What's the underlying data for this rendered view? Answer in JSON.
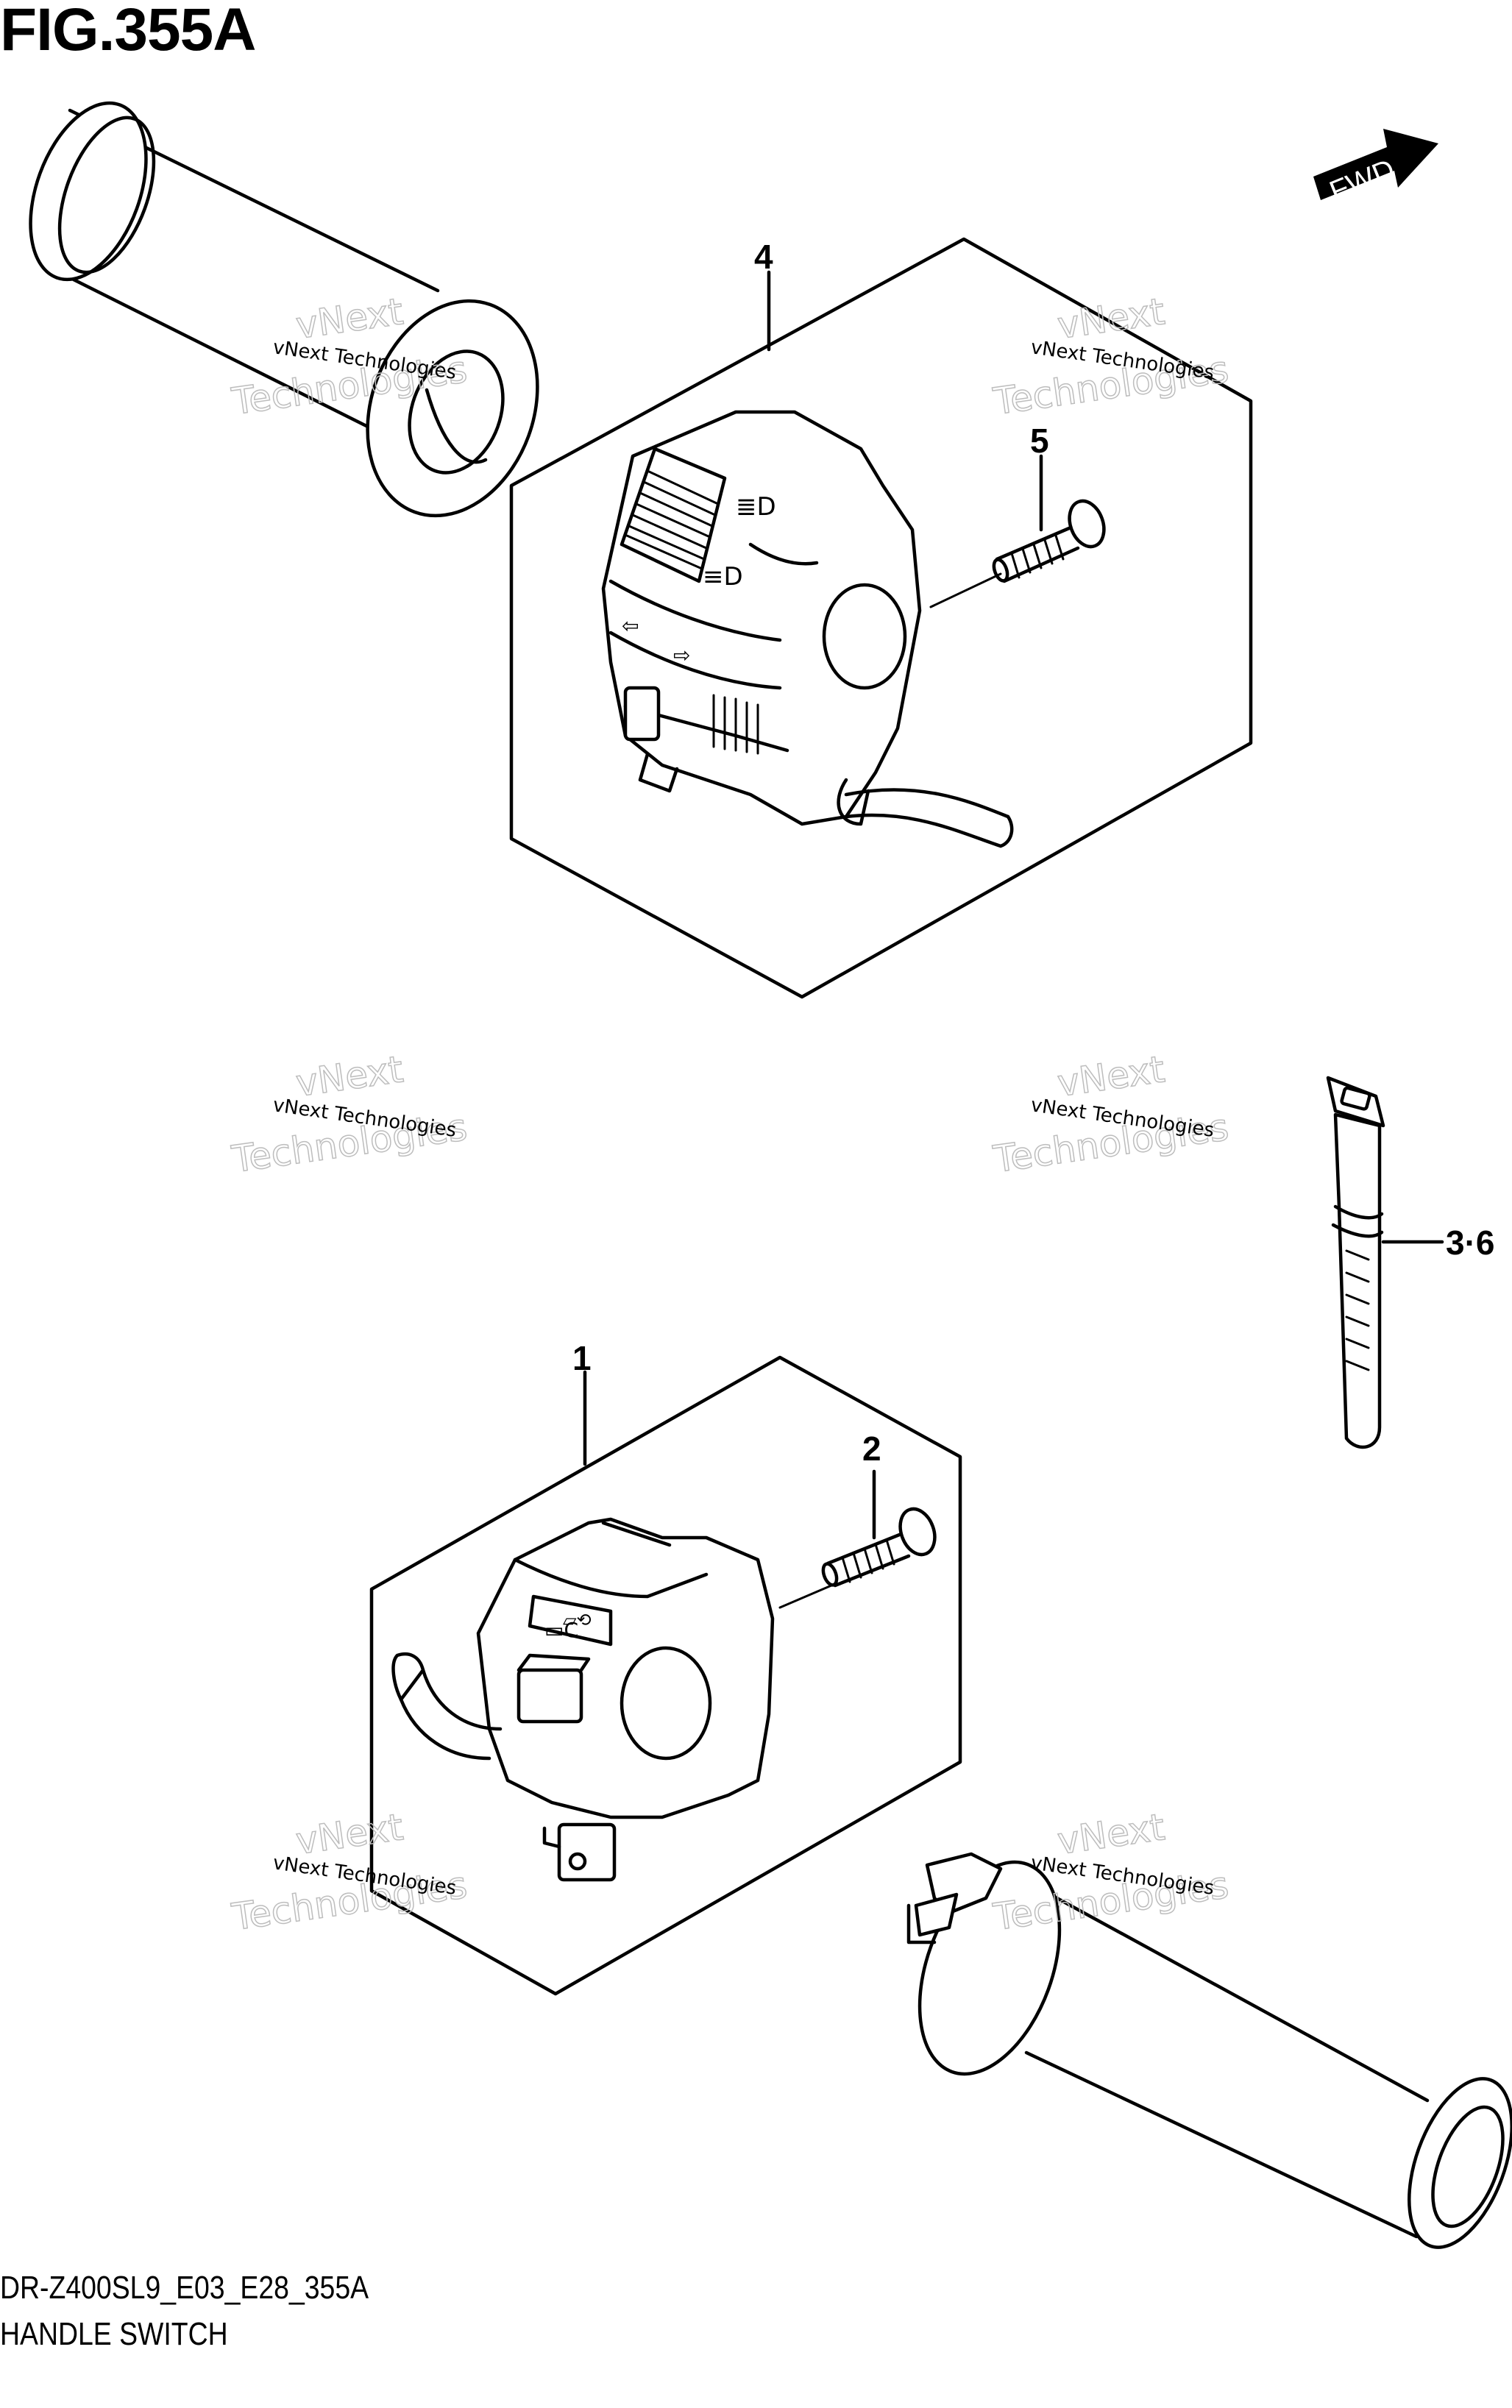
{
  "figure": {
    "title": "FIG.355A",
    "model_code": "DR-Z400SL9_E03_E28_355A",
    "section_name": "HANDLE SWITCH"
  },
  "direction_arrow": {
    "label": "FWD",
    "icon": "fwd-arrow-icon"
  },
  "callouts": {
    "part_4": "4",
    "part_5": "5",
    "part_3_6": "3·6",
    "part_1": "1",
    "part_2": "2"
  },
  "watermark": {
    "line1": "vNext Technologies",
    "line2": "vNext",
    "line3": "Technologies"
  }
}
